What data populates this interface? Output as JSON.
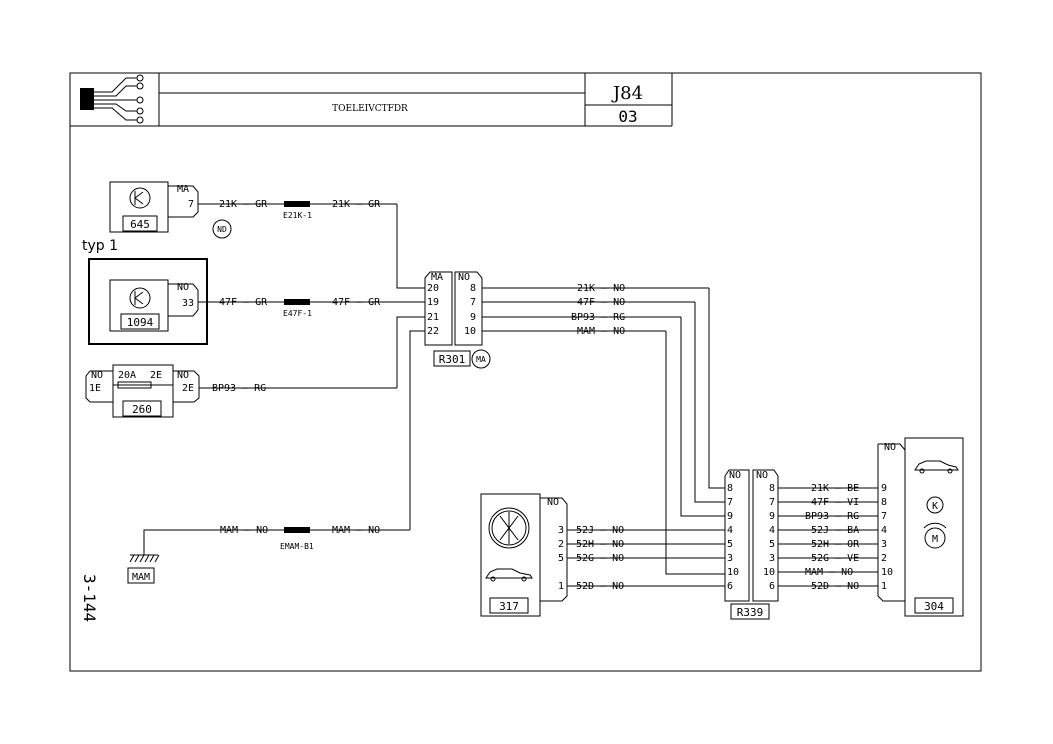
{
  "header": {
    "title": "TOELEIVCTFDR",
    "code": "J84",
    "revision": "03"
  },
  "page_ref": "3-144",
  "typ_label": "typ 1",
  "components": {
    "c645": {
      "id": "645",
      "pin_color": "MA",
      "pin": "7"
    },
    "c1094": {
      "id": "1094",
      "pin_color": "NO",
      "pin": "33"
    },
    "c260": {
      "id": "260",
      "left_color": "NO",
      "left_pin": "1E",
      "fuse": "20A",
      "fuse_pin": "2E",
      "right_color": "NO",
      "right_pin": "2E"
    },
    "r301": {
      "id": "R301",
      "left_color": "MA",
      "right_color": "NO",
      "left_pins": [
        "20",
        "19",
        "21",
        "22"
      ],
      "right_pins": [
        "8",
        "7",
        "9",
        "10"
      ],
      "ma_mark": "MA"
    },
    "c317": {
      "id": "317",
      "color": "NO",
      "pins": [
        "3",
        "2",
        "5",
        "1"
      ]
    },
    "r339": {
      "id": "R339",
      "left_color": "NO",
      "right_color": "NO",
      "left_pins": [
        "8",
        "7",
        "9",
        "4",
        "5",
        "3",
        "10",
        "6"
      ],
      "right_pins": [
        "8",
        "7",
        "9",
        "4",
        "5",
        "3",
        "10",
        "6"
      ]
    },
    "c304": {
      "id": "304",
      "color": "NO",
      "pins": [
        "9",
        "8",
        "7",
        "4",
        "3",
        "2",
        "10",
        "1"
      ],
      "motor": "M",
      "k": "K"
    },
    "ground": {
      "id": "MAM"
    },
    "nd_mark": "ND"
  },
  "wires": {
    "w645a": "21K — GR",
    "w645b": "21K — GR",
    "e21k": "E21K-1",
    "w1094a": "47F — GR",
    "w1094b": "47F — GR",
    "e47f": "E47F-1",
    "w260": "BP93 — RG",
    "wmam_a": "MAM — NO",
    "wmam_b": "MAM — NO",
    "emam": "EMAM-B1",
    "r301_out": [
      "21K — NO",
      "47F — NO",
      "BP93 — RG",
      "MAM — NO"
    ],
    "w317": [
      "52J — NO",
      "52H — NO",
      "52G — NO",
      "52D — NO"
    ],
    "w304": [
      "21K — BE",
      "47F — VI",
      "BP93 — RG",
      "52J — BA",
      "52H — OR",
      "52G — VE",
      "MAM — NO",
      "52D — NO"
    ]
  }
}
